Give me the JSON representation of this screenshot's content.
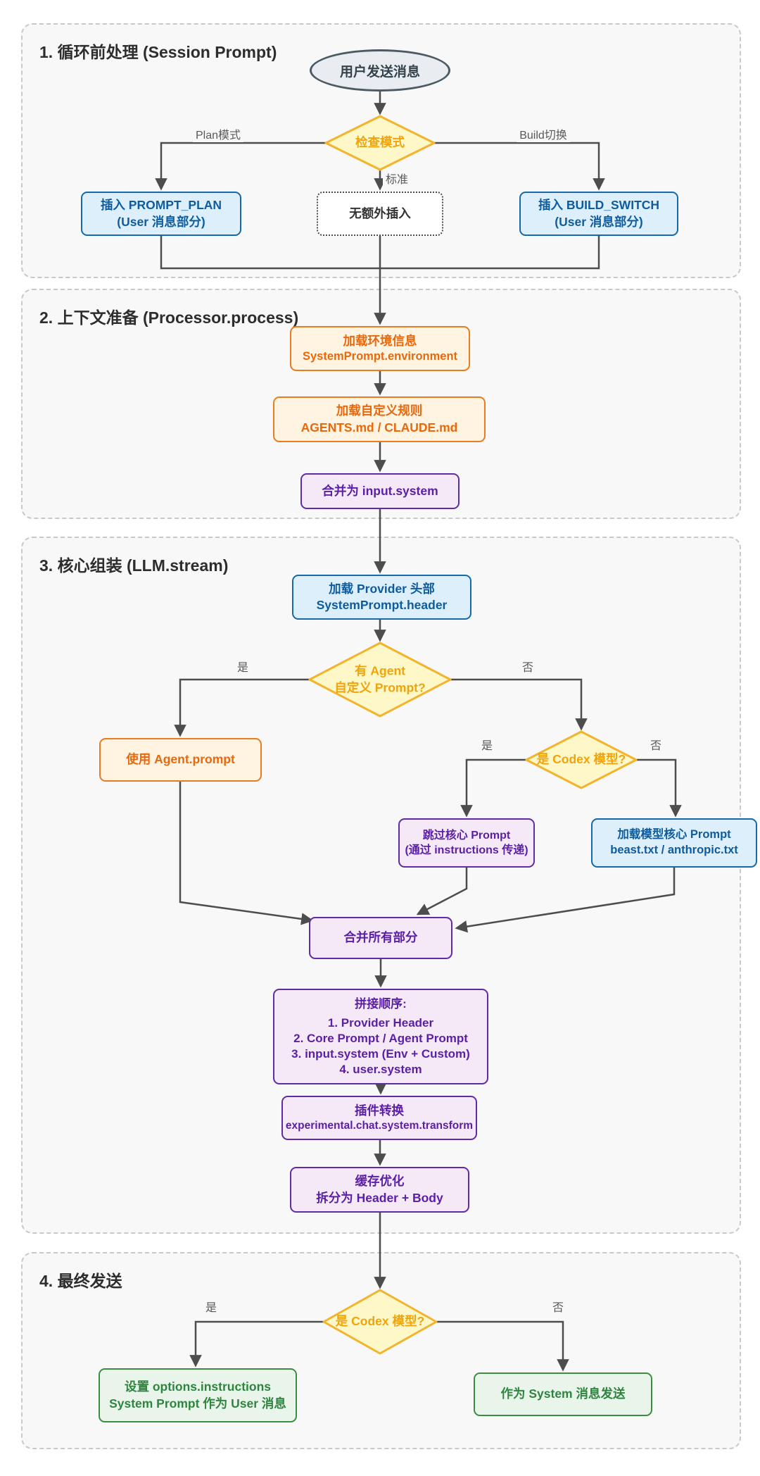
{
  "appearance": {
    "canvas_bg": "#ffffff",
    "section_bg": "#f8f8f9",
    "section_border": "#c9c9c9",
    "line_color": "#4d4d4d",
    "blue_node": {
      "fill": "#dceffb",
      "stroke": "#1668a8",
      "text": "#0e5c9e"
    },
    "orange_node": {
      "fill": "#fff3e2",
      "stroke": "#e87c1e",
      "text": "#e8680c"
    },
    "purple_node": {
      "fill": "#f5e9f8",
      "stroke": "#5e2ca5",
      "text": "#5a1fa5"
    },
    "green_node": {
      "fill": "#e9f5ea",
      "stroke": "#3c8c44",
      "text": "#2f8540"
    },
    "diamond": {
      "fill": "#fef7c8",
      "stroke": "#f2b42c",
      "text": "#f0a40a"
    },
    "ellipse": {
      "fill": "#e9edf1",
      "stroke": "#4c5a63",
      "text": "#33424b"
    }
  },
  "sections": [
    {
      "title": "1. 循环前处理 (Session Prompt)"
    },
    {
      "title": "2. 上下文准备 (Processor.process)"
    },
    {
      "title": "3. 核心组装 (LLM.stream)"
    },
    {
      "title": "4. 最终发送"
    }
  ],
  "nodes": {
    "start": {
      "label": "用户发送消息"
    },
    "check_mode": {
      "label": "检查模式"
    },
    "prompt_plan": {
      "line1": "插入 PROMPT_PLAN",
      "line2": "(User 消息部分)"
    },
    "no_insert": {
      "label": "无额外插入"
    },
    "build_switch": {
      "line1": "插入 BUILD_SWITCH",
      "line2": "(User 消息部分)"
    },
    "env_info": {
      "line1": "加载环境信息",
      "line2": "SystemPrompt.environment"
    },
    "custom_rules": {
      "line1": "加载自定义规则",
      "line2": "AGENTS.md / CLAUDE.md"
    },
    "merge_input_system": {
      "label": "合并为 input.system"
    },
    "provider_header": {
      "line1": "加载 Provider 头部",
      "line2": "SystemPrompt.header"
    },
    "has_agent_prompt": {
      "line1": "有 Agent",
      "line2": "自定义 Prompt?"
    },
    "use_agent_prompt": {
      "label": "使用 Agent.prompt"
    },
    "is_codex_model_1": {
      "label": "是 Codex 模型?"
    },
    "skip_core": {
      "line1": "跳过核心 Prompt",
      "line2": "(通过 instructions 传递)"
    },
    "load_core": {
      "line1": "加载模型核心 Prompt",
      "line2": "beast.txt / anthropic.txt"
    },
    "merge_all": {
      "label": "合并所有部分"
    },
    "concat_order": {
      "title": "拼接顺序:",
      "items": [
        "1. Provider Header",
        "2. Core Prompt / Agent Prompt",
        "3. input.system (Env + Custom)",
        "4. user.system"
      ]
    },
    "plugin_transform": {
      "line1": "插件转换",
      "line2": "experimental.chat.system.transform"
    },
    "cache_opt": {
      "line1": "缓存优化",
      "line2": "拆分为 Header + Body"
    },
    "is_codex_model_2": {
      "label": "是 Codex 模型?"
    },
    "set_instructions": {
      "line1": "设置 options.instructions",
      "line2": "System Prompt 作为 User 消息"
    },
    "send_as_system": {
      "label": "作为 System 消息发送"
    }
  },
  "edge_labels": {
    "plan_mode": "Plan模式",
    "build_switch": "Build切换",
    "standard": "标准",
    "yes1": "是",
    "no1": "否",
    "yes2": "是",
    "no2": "否",
    "yes3": "是",
    "no3": "否"
  }
}
